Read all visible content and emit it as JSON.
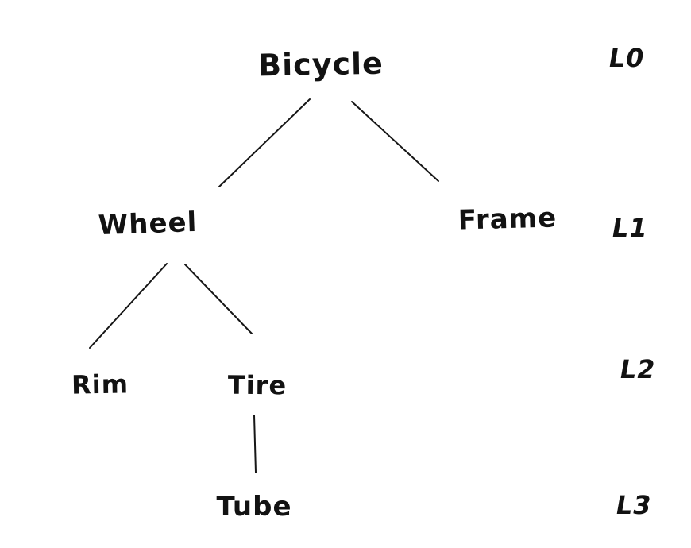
{
  "diagram": {
    "type": "tree",
    "style": "hand-drawn",
    "colors": {
      "ink": "#161616",
      "background": "#ffffff"
    },
    "nodes": [
      {
        "id": "bicycle",
        "label": "Bicycle",
        "level": 0,
        "parent": null
      },
      {
        "id": "wheel",
        "label": "Wheel",
        "level": 1,
        "parent": "bicycle"
      },
      {
        "id": "frame",
        "label": "Frame",
        "level": 1,
        "parent": "bicycle"
      },
      {
        "id": "rim",
        "label": "Rim",
        "level": 2,
        "parent": "wheel"
      },
      {
        "id": "tire",
        "label": "Tire",
        "level": 2,
        "parent": "wheel"
      },
      {
        "id": "tube",
        "label": "Tube",
        "level": 3,
        "parent": "tire"
      }
    ],
    "edges": [
      {
        "from": "bicycle",
        "to": "wheel"
      },
      {
        "from": "bicycle",
        "to": "frame"
      },
      {
        "from": "wheel",
        "to": "rim"
      },
      {
        "from": "wheel",
        "to": "tire"
      },
      {
        "from": "tire",
        "to": "tube"
      }
    ],
    "level_labels": [
      {
        "label": "L0"
      },
      {
        "label": "L1"
      },
      {
        "label": "L2"
      },
      {
        "label": "L3"
      }
    ]
  }
}
